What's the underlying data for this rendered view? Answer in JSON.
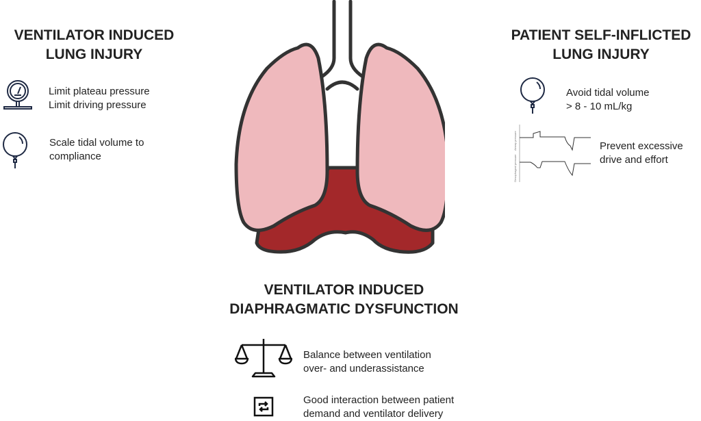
{
  "vili": {
    "title_line1": "VENTILATOR INDUCED",
    "title_line2": "LUNG INJURY",
    "item1_line1": "Limit plateau pressure",
    "item1_line2": "Limit driving pressure",
    "item1_icon": "pressure-gauge-icon",
    "item2_line1": "Scale tidal volume to",
    "item2_line2": "compliance",
    "item2_icon": "balloon-icon"
  },
  "psili": {
    "title_line1": "PATIENT SELF-INFLICTED",
    "title_line2": "LUNG INJURY",
    "item1_line1": "Avoid tidal volume",
    "item1_line2": "> 8 - 10 mL/kg",
    "item1_icon": "balloon-icon",
    "item2_line1": "Prevent excessive",
    "item2_line2": "drive and effort",
    "item2_icon": "pressure-waveform-icon",
    "waveform_label_top": "Airway pressure",
    "waveform_label_bottom": "Oesophageal pressure"
  },
  "vidd": {
    "title_line1": "VENTILATOR INDUCED",
    "title_line2": "DIAPHRAGMATIC DYSFUNCTION",
    "item1_line1": "Balance between ventilation",
    "item1_line2": "over- and underassistance",
    "item1_icon": "scales-icon",
    "item2_line1": "Good interaction between patient",
    "item2_line2": "demand and ventilator delivery",
    "item2_icon": "sync-icon"
  },
  "colors": {
    "lung": "#efb9bd",
    "diaphragm": "#a3282a",
    "outline": "#333333",
    "icon": "#1f2a44"
  }
}
